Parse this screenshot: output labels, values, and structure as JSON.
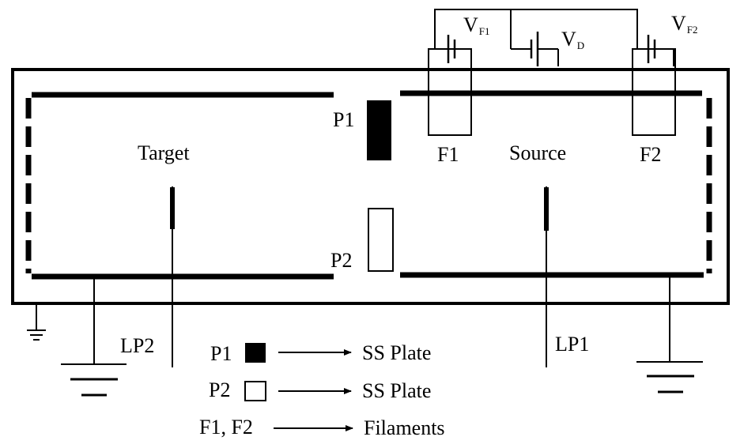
{
  "labels": {
    "target": "Target",
    "source": "Source",
    "p1": "P1",
    "p2": "P2",
    "f1": "F1",
    "f2": "F2",
    "lp1": "LP1",
    "lp2": "LP2",
    "vf1": {
      "main": "V",
      "sub": "F1"
    },
    "vd": {
      "main": "V",
      "sub": "D"
    },
    "vf2": {
      "main": "V",
      "sub": "F2"
    }
  },
  "legend": [
    {
      "key": "P1",
      "desc": "SS Plate"
    },
    {
      "key": "P2",
      "desc": "SS Plate"
    },
    {
      "key": "F1, F2",
      "desc": "Filaments"
    }
  ],
  "colors": {
    "ink": "#000000",
    "background": "#ffffff"
  }
}
